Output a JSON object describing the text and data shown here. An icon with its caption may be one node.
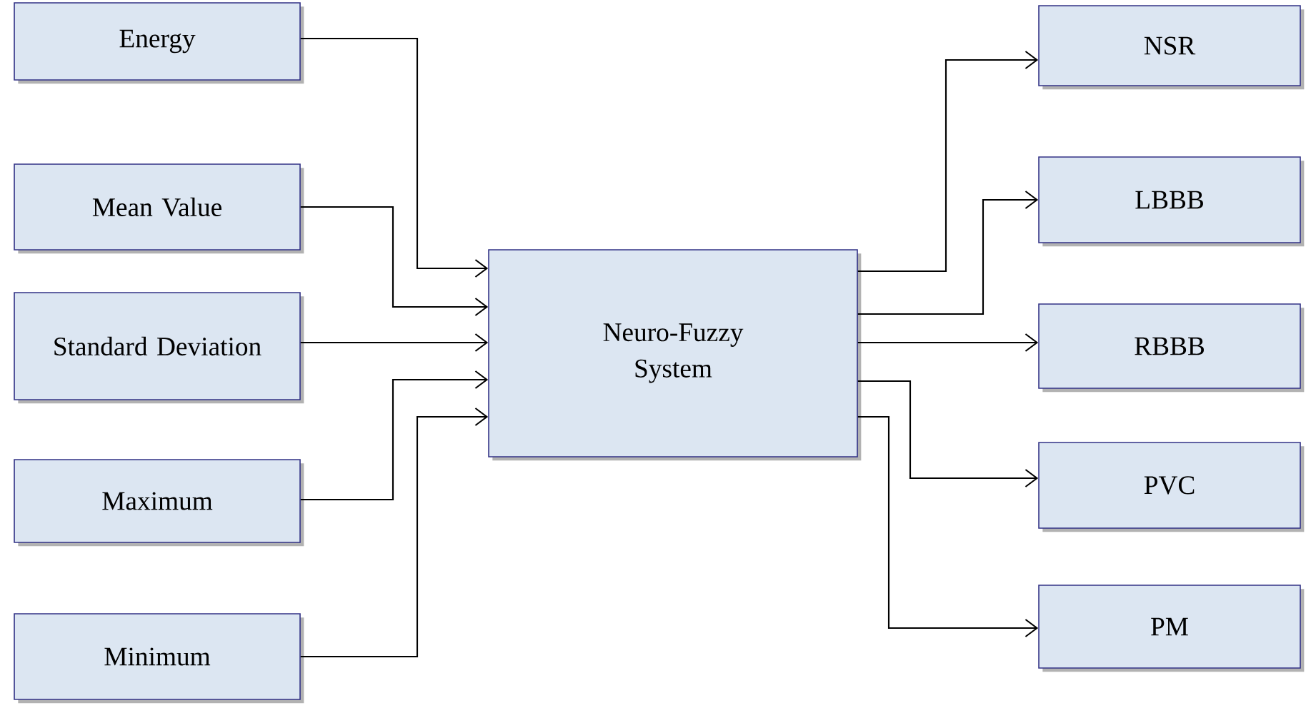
{
  "diagram": {
    "nodes": [
      {
        "text": [
          "Energy"
        ]
      },
      {
        "text": [
          "Mean Value"
        ]
      },
      {
        "text": [
          "Standard Deviation"
        ]
      },
      {
        "text": [
          "Maximum"
        ]
      },
      {
        "text": [
          "Minimum"
        ]
      },
      {
        "text": [
          "Neuro-Fuzzy System"
        ]
      },
      {
        "text": [
          "NSR"
        ]
      },
      {
        "text": [
          "LBBB"
        ]
      },
      {
        "text": [
          "RBBB"
        ]
      },
      {
        "text": [
          "PVC"
        ]
      },
      {
        "text": [
          "PM"
        ]
      }
    ],
    "edges": [
      {
        "from": 0,
        "to": 5,
        "arrow": "to"
      },
      {
        "from": 1,
        "to": 5,
        "arrow": "to"
      },
      {
        "from": 2,
        "to": 5,
        "arrow": "to"
      },
      {
        "from": 3,
        "to": 5,
        "arrow": "to"
      },
      {
        "from": 4,
        "to": 5,
        "arrow": "to"
      },
      {
        "from": 5,
        "to": 6,
        "arrow": "to"
      },
      {
        "from": 5,
        "to": 7,
        "arrow": "to"
      },
      {
        "from": 5,
        "to": 8,
        "arrow": "to"
      },
      {
        "from": 5,
        "to": 9,
        "arrow": "to"
      },
      {
        "from": 5,
        "to": 10,
        "arrow": "to"
      }
    ]
  }
}
